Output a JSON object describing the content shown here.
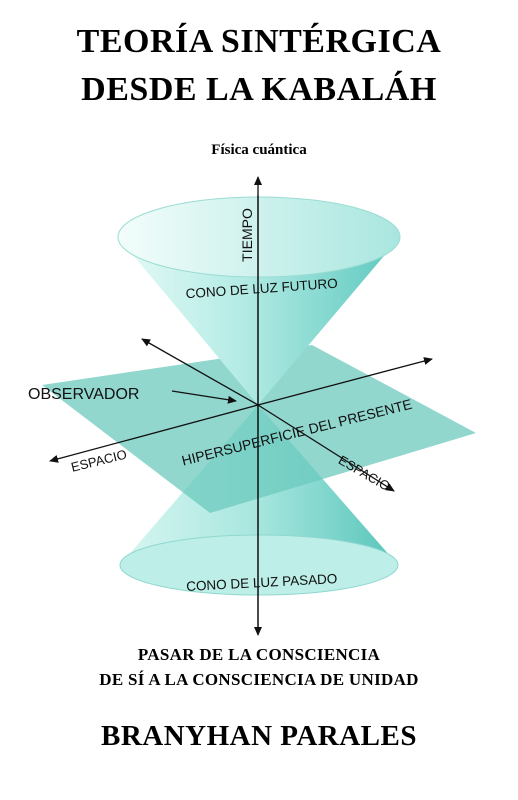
{
  "cover": {
    "title_line1": "TEORÍA SINTÉRGICA",
    "title_line2": "DESDE LA KABALÁH",
    "subtitle": "Física cuántica",
    "tagline_line1": "PASAR DE LA CONSCIENCIA",
    "tagline_line2": "DE SÍ A LA CONSCIENCIA DE UNIDAD",
    "author": "BRANYHAN PARALES"
  },
  "diagram": {
    "time_label": "TIEMPO",
    "future_cone_label": "CONO DE LUZ FUTURO",
    "observer_label": "OBSERVADOR",
    "space_left_label": "ESPACIO",
    "space_right_label": "ESPACIO",
    "hypersurface_label": "HIPERSUPERFICIE DEL PRESENTE",
    "past_cone_label": "CONO DE LUZ PASADO",
    "colors": {
      "cone_light": "#e6faf7",
      "cone_mid": "#9ee3dc",
      "cone_dark": "#4fc2b8",
      "plane": "#6cc9bd"
    }
  }
}
